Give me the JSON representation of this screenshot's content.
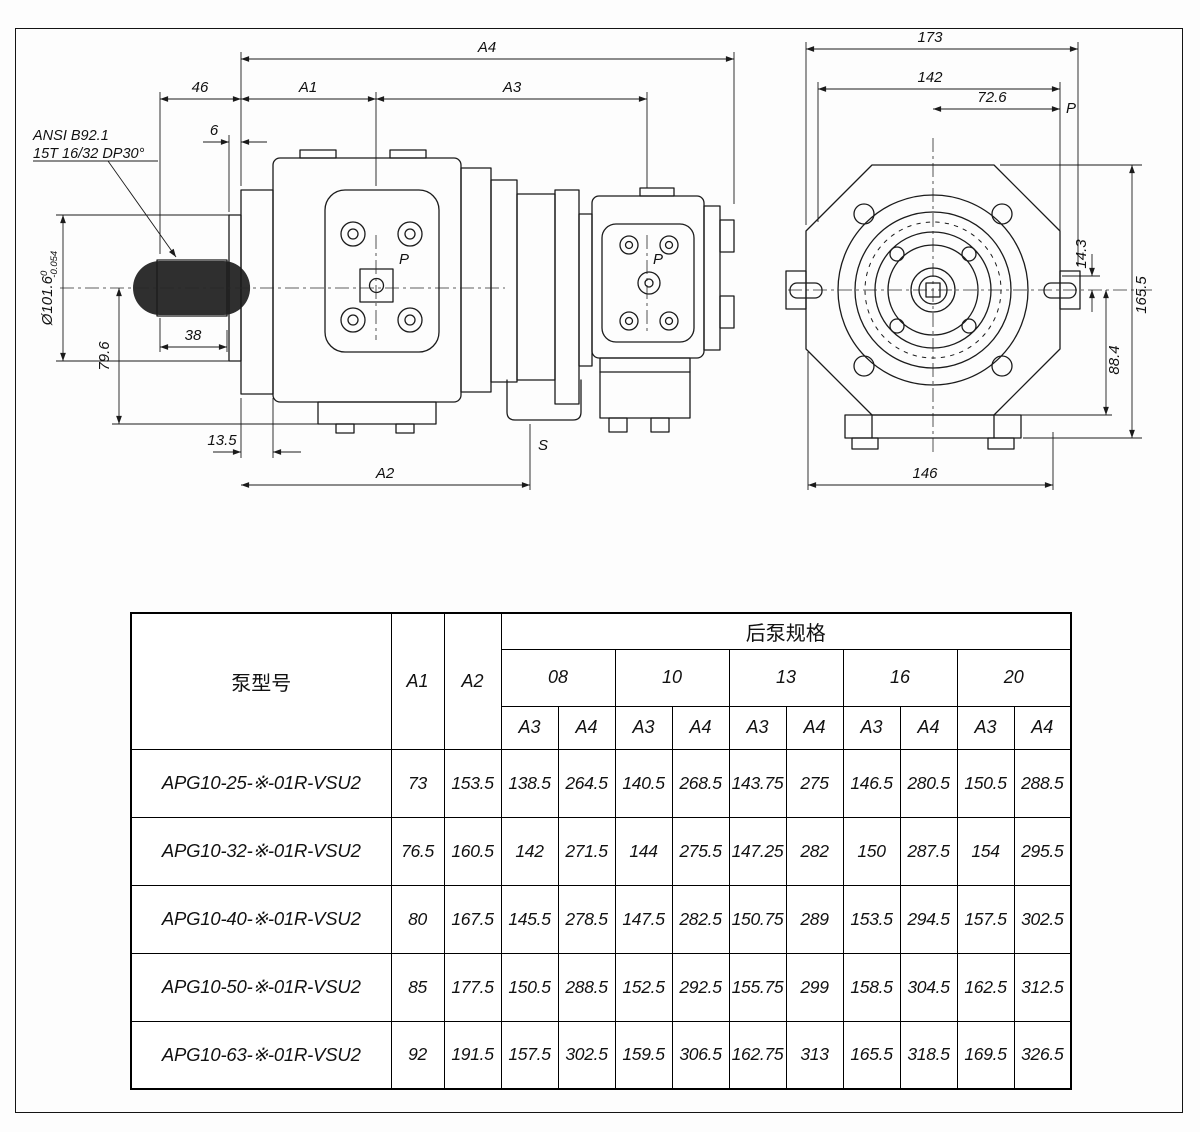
{
  "drawing": {
    "side": {
      "dim_a4": "A4",
      "dim_46": "46",
      "dim_a1": "A1",
      "dim_a3": "A3",
      "dim_6": "6",
      "note_line1": "ANSI B92.1",
      "note_line2": "15T 16/32 DP30°",
      "dia_label": "Ø101.6",
      "dia_tol_upper": "0",
      "dia_tol_lower": "-0.054",
      "dim_79_6": "79.6",
      "dim_38": "38",
      "dim_13_5": "13.5",
      "dim_a2": "A2",
      "port_s": "S",
      "port_p_main": "P",
      "port_p_rear": "P"
    },
    "front": {
      "dim_173": "173",
      "dim_142": "142",
      "dim_72_6": "72.6",
      "port_p": "P",
      "dim_14_3": "14.3",
      "dim_165_5": "165.5",
      "dim_88_4": "88.4",
      "dim_146": "146"
    }
  },
  "table": {
    "col_model": "泵型号",
    "col_a1": "A1",
    "col_a2": "A2",
    "rear_spec": "后泵规格",
    "sizes": [
      "08",
      "10",
      "13",
      "16",
      "20"
    ],
    "sub": {
      "a3": "A3",
      "a4": "A4"
    },
    "rows": [
      {
        "model": "APG10-25-※-01R-VSU2",
        "values": [
          "73",
          "153.5",
          "138.5",
          "264.5",
          "140.5",
          "268.5",
          "143.75",
          "275",
          "146.5",
          "280.5",
          "150.5",
          "288.5"
        ]
      },
      {
        "model": "APG10-32-※-01R-VSU2",
        "values": [
          "76.5",
          "160.5",
          "142",
          "271.5",
          "144",
          "275.5",
          "147.25",
          "282",
          "150",
          "287.5",
          "154",
          "295.5"
        ]
      },
      {
        "model": "APG10-40-※-01R-VSU2",
        "values": [
          "80",
          "167.5",
          "145.5",
          "278.5",
          "147.5",
          "282.5",
          "150.75",
          "289",
          "153.5",
          "294.5",
          "157.5",
          "302.5"
        ]
      },
      {
        "model": "APG10-50-※-01R-VSU2",
        "values": [
          "85",
          "177.5",
          "150.5",
          "288.5",
          "152.5",
          "292.5",
          "155.75",
          "299",
          "158.5",
          "304.5",
          "162.5",
          "312.5"
        ]
      },
      {
        "model": "APG10-63-※-01R-VSU2",
        "values": [
          "92",
          "191.5",
          "157.5",
          "302.5",
          "159.5",
          "306.5",
          "162.75",
          "313",
          "165.5",
          "318.5",
          "169.5",
          "326.5"
        ]
      }
    ]
  }
}
